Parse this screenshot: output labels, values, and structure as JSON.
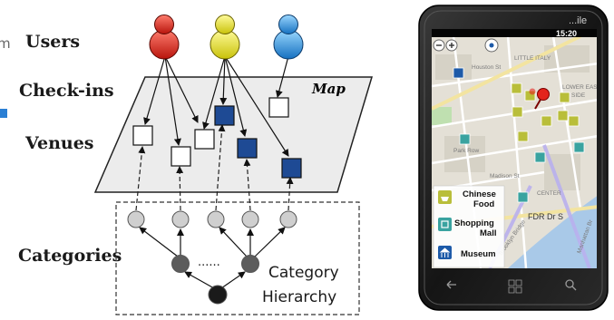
{
  "diagram": {
    "edge_label": "m",
    "row_labels": {
      "users": "Users",
      "checkins": "Check-ins",
      "venues": "Venues",
      "categories": "Categories"
    },
    "map_label": "Map",
    "ellipsis": "......",
    "hierarchy_label": [
      "Category",
      "Hierarchy"
    ],
    "user_colors": [
      "#d8281e",
      "#e8e61e",
      "#2a8fd8"
    ],
    "venue_highlight_color": "#1e4a94"
  },
  "phone": {
    "brand": "...ile",
    "time": "15:20",
    "legend": [
      {
        "label_lines": [
          "Chinese",
          "Food"
        ],
        "icon": "chinese-food-icon",
        "color": "#b9be3a"
      },
      {
        "label_lines": [
          "Shopping",
          "Mall"
        ],
        "icon": "shopping-mall-icon",
        "color": "#3aa3a0"
      },
      {
        "label_lines": [
          "Museum"
        ],
        "icon": "museum-icon",
        "color": "#1d5aa8"
      }
    ],
    "map_labels": [
      "LITTLE ITALY",
      "LOWER EAST",
      "SIDE",
      "CENTER",
      "FDR Dr S",
      "Manhattan Br",
      "Brooklyn Bridge",
      "Park Row",
      "Madison St",
      "Houston St"
    ]
  }
}
